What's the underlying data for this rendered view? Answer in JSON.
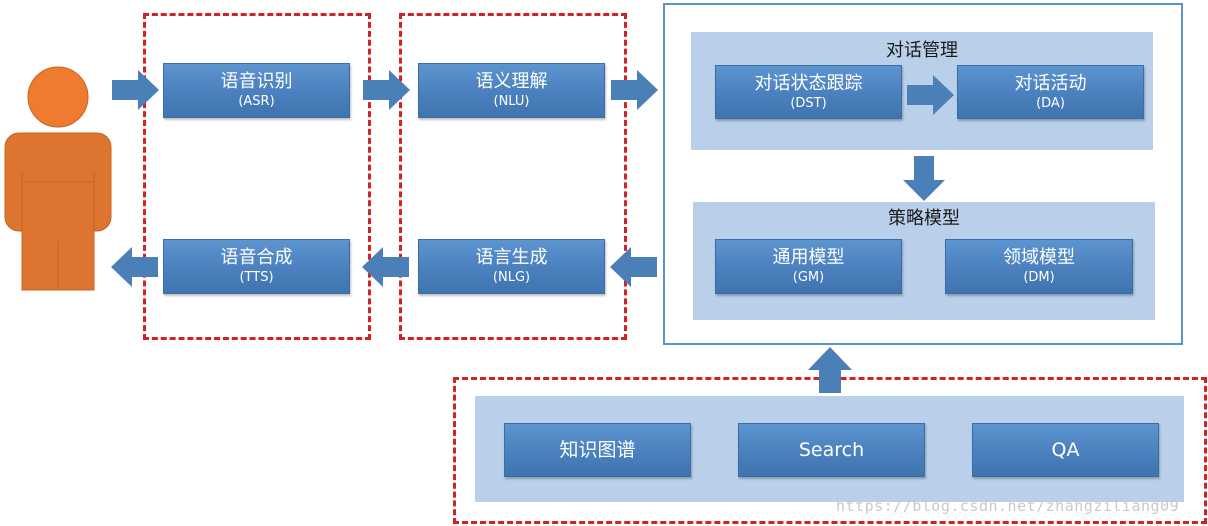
{
  "asr": {
    "label": "语音识别",
    "code": "(ASR)"
  },
  "nlu": {
    "label": "语义理解",
    "code": "(NLU)"
  },
  "tts": {
    "label": "语音合成",
    "code": "(TTS)"
  },
  "nlg": {
    "label": "语言生成",
    "code": "(NLG)"
  },
  "dialog_management": {
    "title": "对话管理",
    "dst": {
      "label": "对话状态跟踪",
      "code": "(DST)"
    },
    "da": {
      "label": "对话活动",
      "code": "(DA)"
    }
  },
  "policy_model": {
    "title": "策略模型",
    "gm": {
      "label": "通用模型",
      "code": "(GM)"
    },
    "dm": {
      "label": "领域模型",
      "code": "(DM)"
    }
  },
  "knowledge": {
    "kg": "知识图谱",
    "search": "Search",
    "qa": "QA"
  },
  "watermark": "https://blog.csdn.net/zhangziliang09",
  "colors": {
    "user_figure": "#e07a2e",
    "box_blue": "#4a80bd",
    "panel_blue": "#b9cfea",
    "arrow_blue": "#4a7fb8",
    "dashed_red": "#d42121",
    "frame_border": "#5b93c9"
  },
  "icons": {
    "user": "person-figure-icon"
  }
}
